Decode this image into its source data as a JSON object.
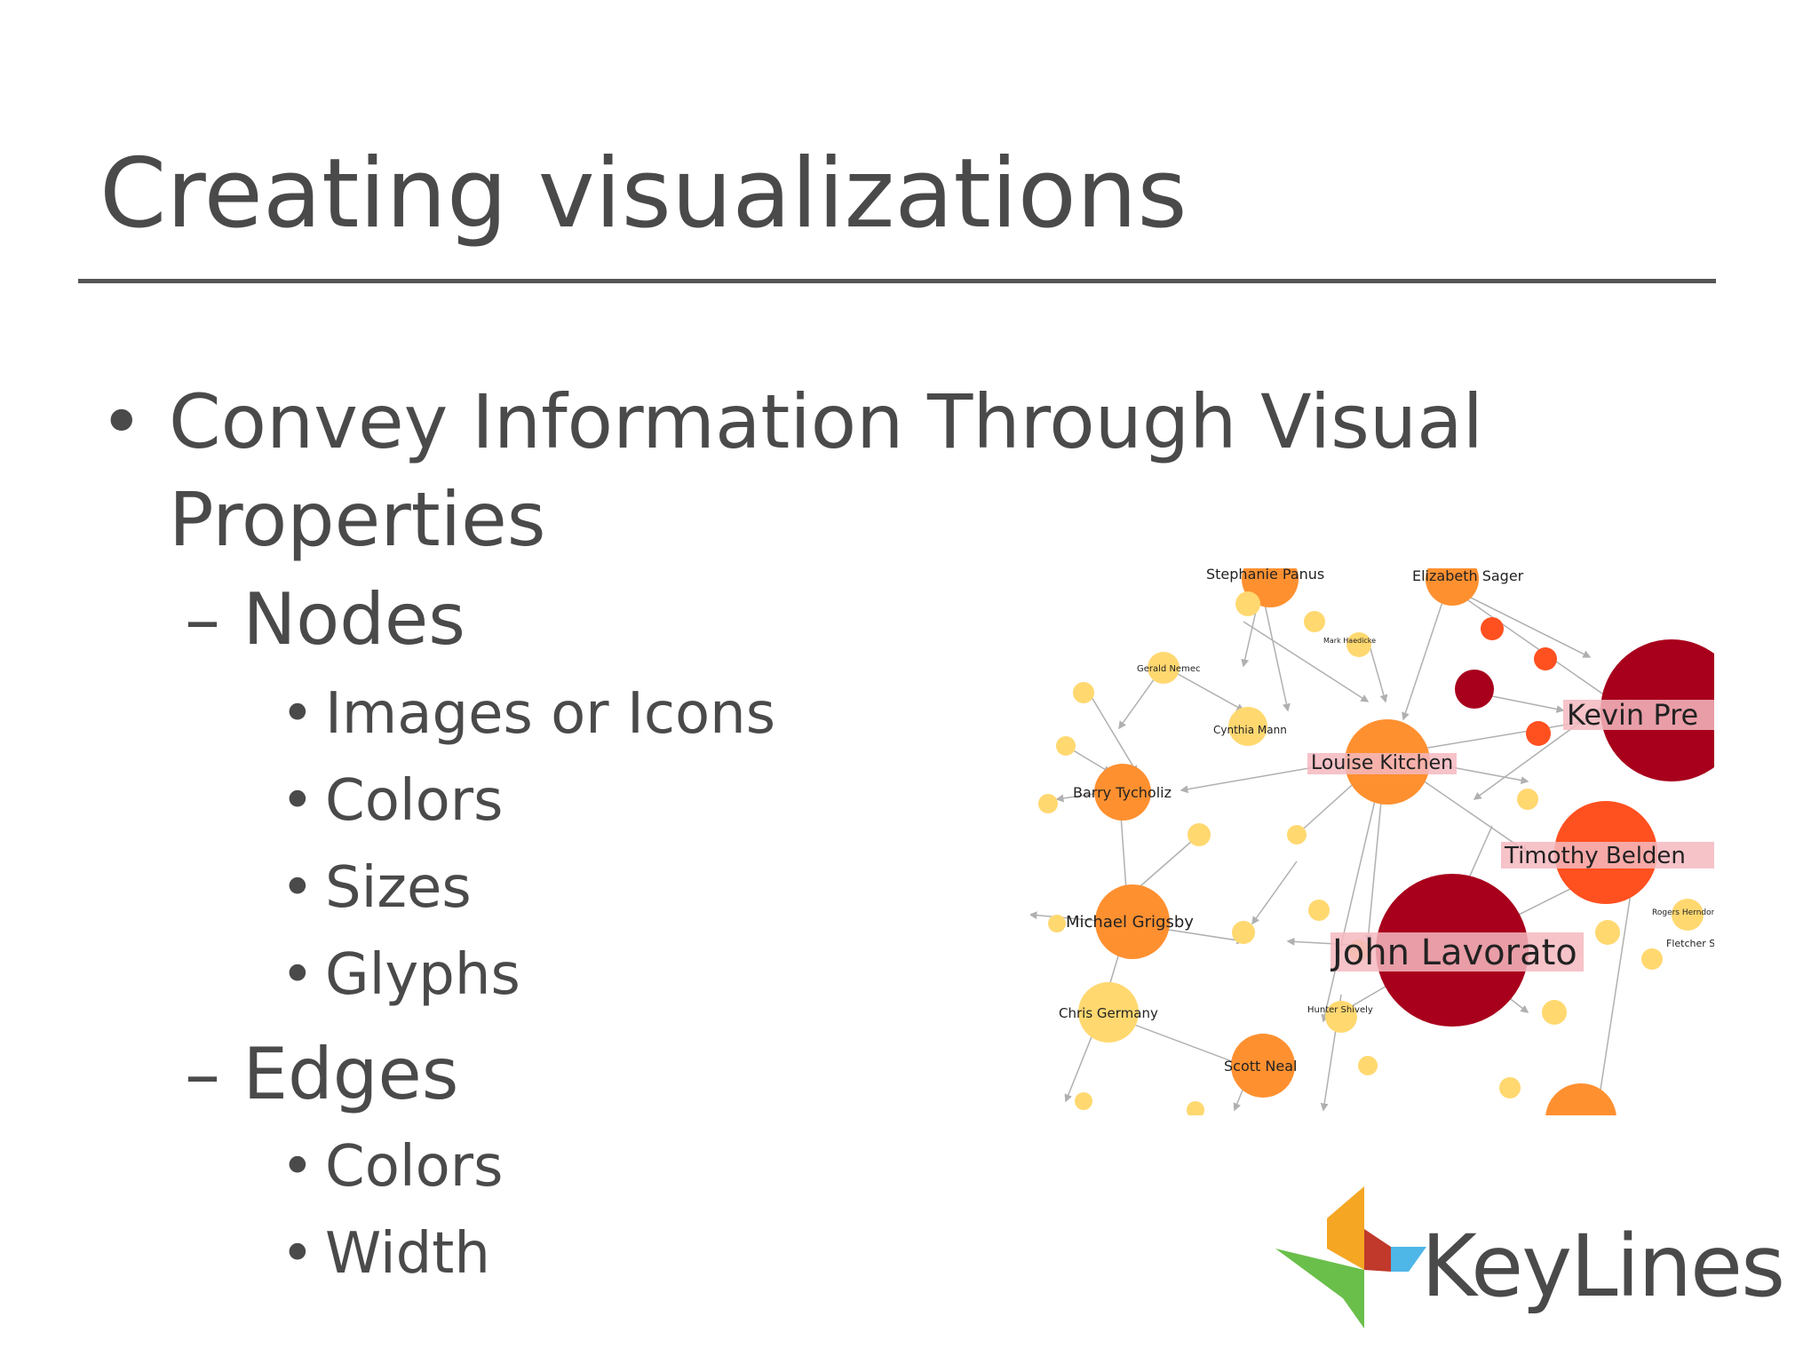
{
  "slide": {
    "title": "Creating visualizations",
    "bullet_char": "•",
    "dash_char": "–",
    "main_point": "Convey Information Through Visual Properties",
    "sections": [
      {
        "heading": "Nodes",
        "items": [
          "Images or Icons",
          "Colors",
          "Sizes",
          "Glyphs"
        ]
      },
      {
        "heading": "Edges",
        "items": [
          "Colors",
          "Width"
        ]
      }
    ]
  },
  "network_image": {
    "labels": {
      "stephanie": "Stephanie Panus",
      "elizabeth": "Elizabeth Sager",
      "gerald": "Gerald Nemec",
      "cynthia": "Cynthia Mann",
      "louise": "Louise Kitchen",
      "barry": "Barry Tycholiz",
      "kevin": "Kevin Pre",
      "timothy": "Timothy Belden",
      "michael": "Michael Grigsby",
      "john": "John Lavorato",
      "chris": "Chris Germany",
      "scott": "Scott Neal",
      "hunter": "Hunter Shively",
      "mark": "Mark Haedicke",
      "rogers": "Rogers Herndon",
      "fletcher": "Fletcher Stu"
    },
    "colors": {
      "dark_red": "#a8001c",
      "red_orange": "#ff5020",
      "orange": "#ff9030",
      "light_yellow": "#ffd870",
      "edge": "#b0b0b0"
    }
  },
  "logo": {
    "name": "KeyLines",
    "colors": {
      "orange": "#f5a623",
      "red": "#c0392b",
      "blue": "#4fb6e8",
      "green": "#6abf4b"
    }
  }
}
